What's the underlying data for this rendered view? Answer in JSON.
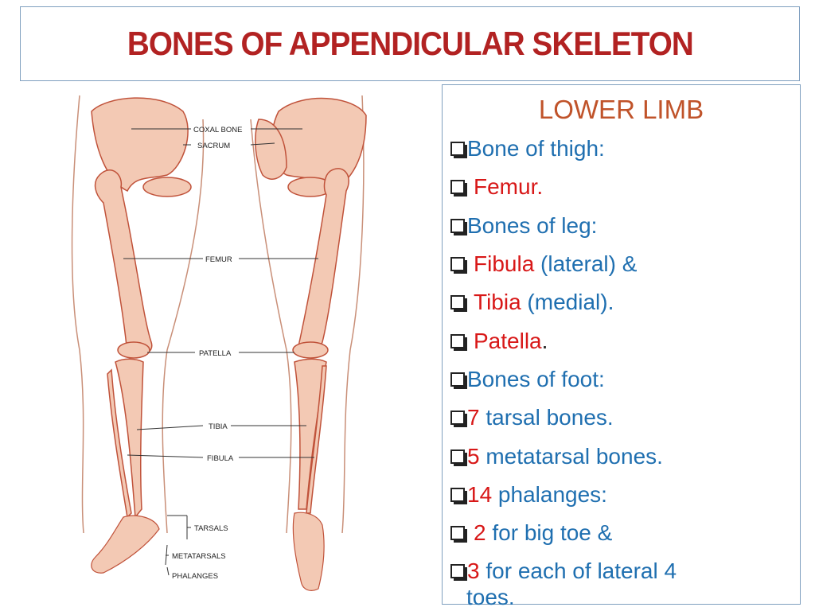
{
  "title": "BONES OF APPENDICULAR SKELETON",
  "section_heading": "LOWER LIMB",
  "bullets": [
    {
      "parts": [
        {
          "t": "Bone of thigh:",
          "c": "blue"
        }
      ]
    },
    {
      "parts": [
        {
          "t": "Femur.",
          "c": "red"
        }
      ],
      "space": true
    },
    {
      "parts": [
        {
          "t": "Bones of leg:",
          "c": "blue"
        }
      ]
    },
    {
      "parts": [
        {
          "t": "Fibula",
          "c": "red"
        },
        {
          "t": " (lateral) &",
          "c": "blue"
        }
      ],
      "space": true
    },
    {
      "parts": [
        {
          "t": "Tibia",
          "c": "red"
        },
        {
          "t": " (medial).",
          "c": "blue"
        }
      ],
      "space": true
    },
    {
      "parts": [
        {
          "t": "Patella",
          "c": "red"
        },
        {
          "t": ".",
          "c": "black"
        }
      ],
      "space": true
    },
    {
      "parts": [
        {
          "t": "Bones of foot:",
          "c": "blue"
        }
      ]
    },
    {
      "parts": [
        {
          "t": "7",
          "c": "red"
        },
        {
          "t": " tarsal bones.",
          "c": "blue"
        }
      ]
    },
    {
      "parts": [
        {
          "t": "5",
          "c": "red"
        },
        {
          "t": " metatarsal bones.",
          "c": "blue"
        }
      ]
    },
    {
      "parts": [
        {
          "t": "14",
          "c": "red"
        },
        {
          "t": " phalanges:",
          "c": "blue"
        }
      ]
    },
    {
      "parts": [
        {
          "t": "2",
          "c": "red"
        },
        {
          "t": " for big toe &",
          "c": "blue"
        }
      ],
      "space": true
    },
    {
      "parts": [
        {
          "t": "3",
          "c": "red"
        },
        {
          "t": " for each of lateral 4",
          "c": "blue"
        }
      ]
    }
  ],
  "last_line_continuation": "toes.",
  "figure_labels": {
    "coxal_bone": "COXAL BONE",
    "sacrum": "SACRUM",
    "femur": "FEMUR",
    "patella": "PATELLA",
    "tibia": "TIBIA",
    "fibula": "FIBULA",
    "tarsals": "TARSALS",
    "metatarsals": "METATARSALS",
    "phalanges": "PHALANGES"
  },
  "colors": {
    "title": "#b22222",
    "heading": "#c0532a",
    "text_blue": "#1f6fb0",
    "text_red": "#d81818",
    "bone": "#f3c9b4",
    "border": "#7f9fbf"
  }
}
